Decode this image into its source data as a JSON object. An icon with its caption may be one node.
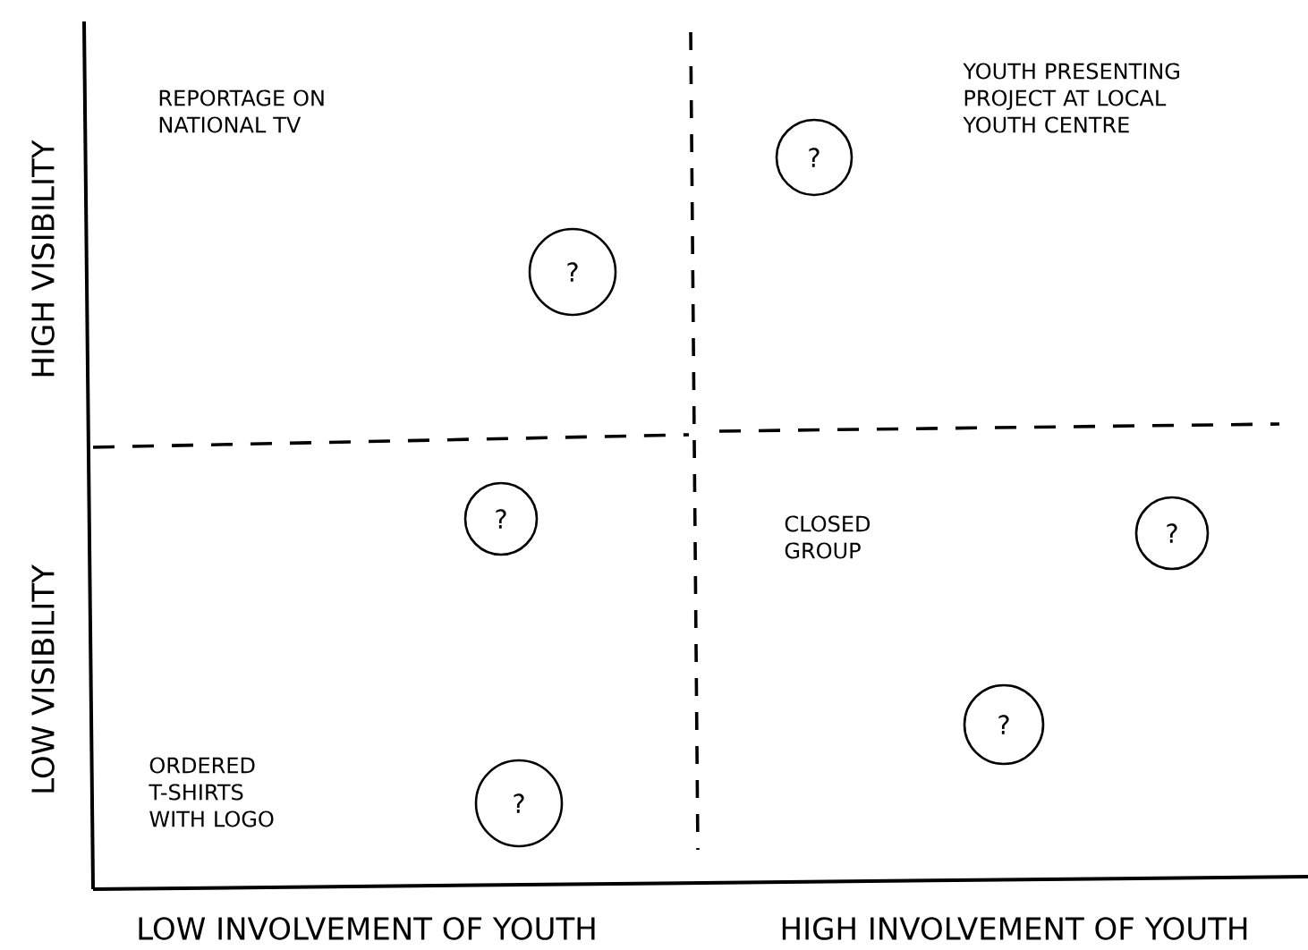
{
  "diagram": {
    "nodes": [
      {
        "text": [
          "?"
        ]
      },
      {
        "text": [
          "?"
        ]
      },
      {
        "text": [
          "?"
        ]
      },
      {
        "text": [
          "?"
        ]
      },
      {
        "text": [
          "?"
        ]
      },
      {
        "text": [
          "?"
        ]
      }
    ],
    "labels": [
      "HIGH VISIBILITY",
      "REPORTAGE ON NATIONAL TV",
      "YOUTH PRESENTING PROJECT AT LOCAL YOUTH CENTRE",
      "LOW VISIBILITY",
      "CLOSED GROUP",
      "ORDERED T-SHIRTS WITH LOGO",
      "LOW INVOLVEMENT OF YOUTH",
      "HIGH INVOLVEMENT OF YOUTH"
    ]
  }
}
